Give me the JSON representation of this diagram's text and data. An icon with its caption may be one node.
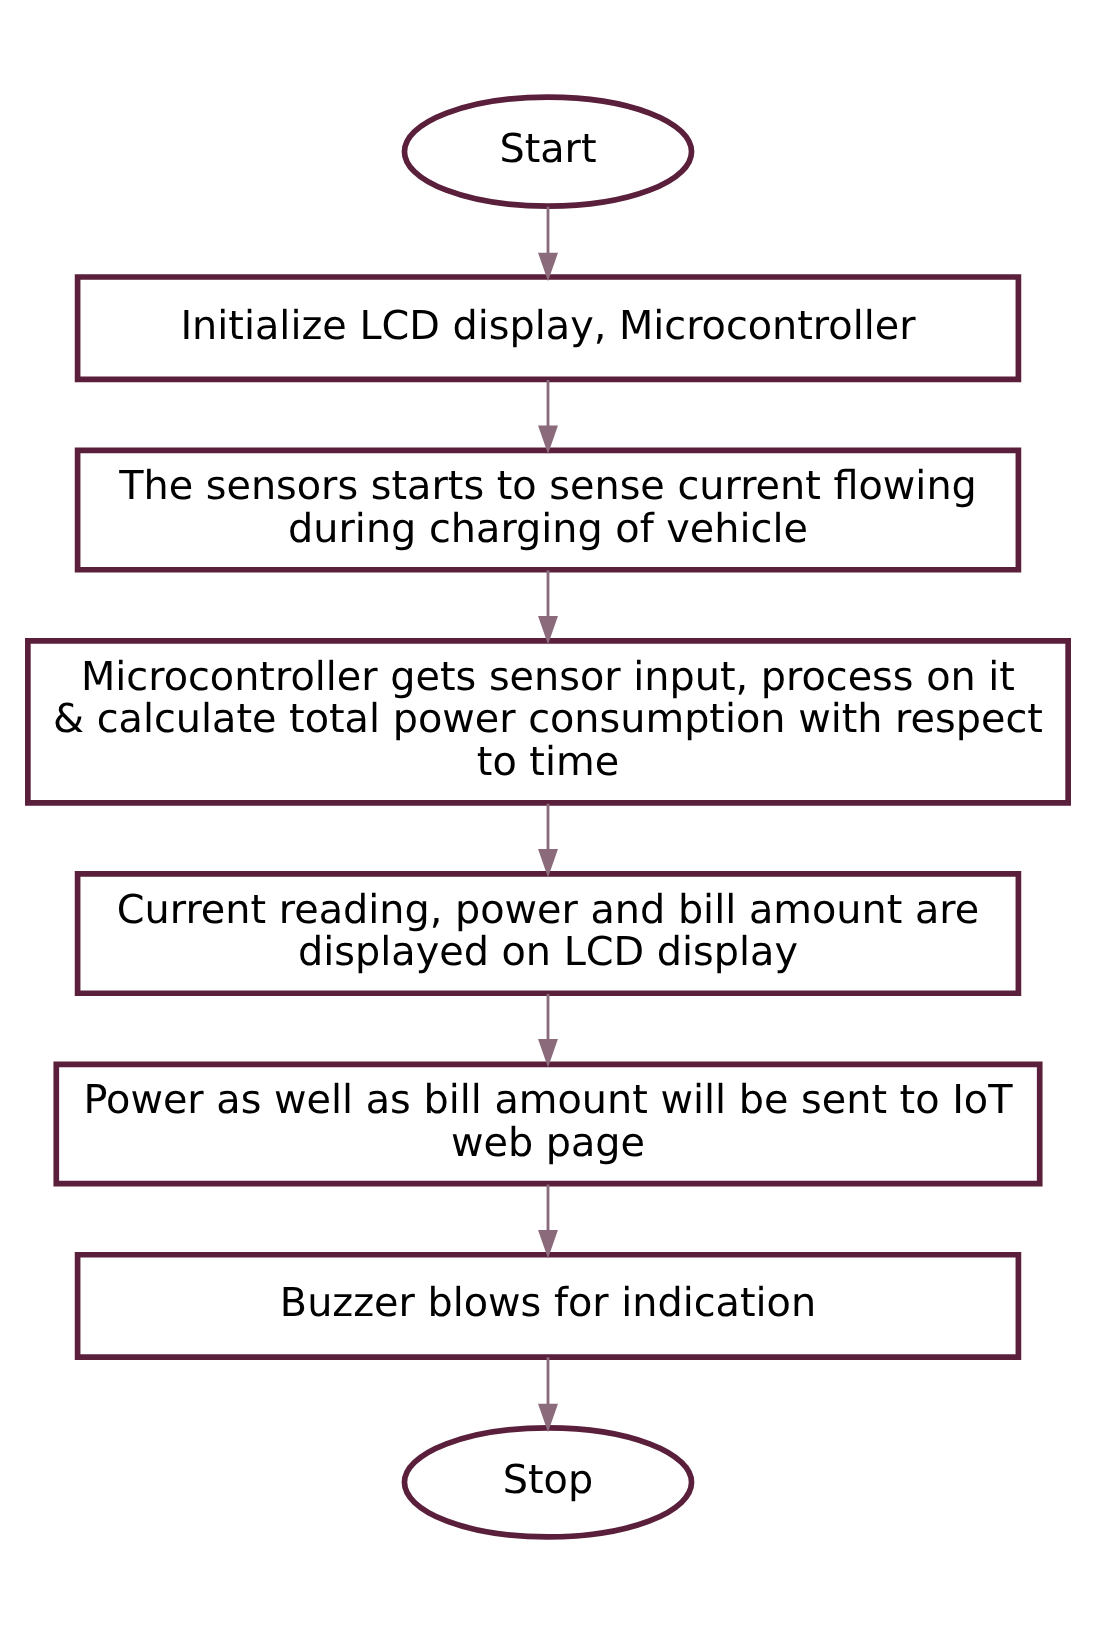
{
  "diagram": {
    "nodes": [
      {
        "text": [
          "Start"
        ]
      },
      {
        "text": [
          "Initialize LCD display, Microcontroller"
        ]
      },
      {
        "text": [
          "The sensors starts to sense current flowing during charging of vehicle"
        ]
      },
      {
        "text": [
          "Microcontroller gets sensor input, process on it & calculate total power consumption with respect to time"
        ]
      },
      {
        "text": [
          "Current reading, power and bill amount are displayed on LCD display"
        ]
      },
      {
        "text": [
          "Power as well as bill amount will be sent to IoT web page"
        ]
      },
      {
        "text": [
          "Buzzer blows for indication"
        ]
      },
      {
        "text": [
          "Stop"
        ]
      }
    ],
    "edges": [
      {
        "from": 0,
        "to": 1,
        "arrow": "to"
      },
      {
        "from": 1,
        "to": 2,
        "arrow": "to"
      },
      {
        "from": 2,
        "to": 3,
        "arrow": "to"
      },
      {
        "from": 3,
        "to": 4,
        "arrow": "to"
      },
      {
        "from": 4,
        "to": 5,
        "arrow": "to"
      },
      {
        "from": 5,
        "to": 6,
        "arrow": "to"
      },
      {
        "from": 6,
        "to": 7,
        "arrow": "to"
      }
    ]
  }
}
